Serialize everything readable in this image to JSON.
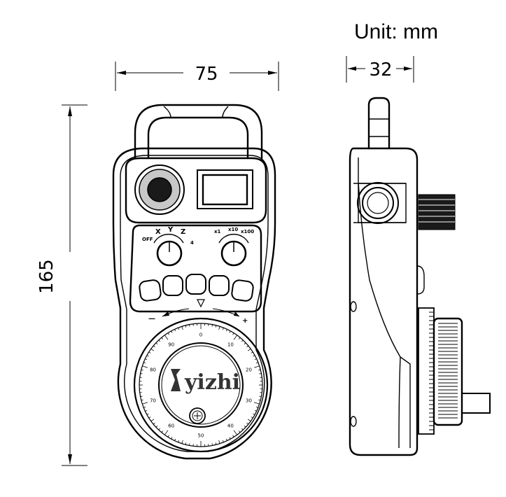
{
  "unit_label": "Unit: mm",
  "dimensions": {
    "width": "75",
    "depth": "32",
    "height": "165"
  },
  "axis_switch": {
    "off_label": "OFF",
    "x_label": "X",
    "y_label": "Y",
    "z_label": "Z",
    "fourth_label": "4"
  },
  "multiplier_switch": {
    "x1_label": "x1",
    "x10_label": "x10",
    "x100_label": "x100"
  },
  "jog_labels": {
    "minus": "—",
    "plus": "+"
  },
  "brand_text": "yizhi",
  "dial_numbers": [
    "0",
    "10",
    "20",
    "30",
    "40",
    "50",
    "60",
    "70",
    "80",
    "90"
  ]
}
